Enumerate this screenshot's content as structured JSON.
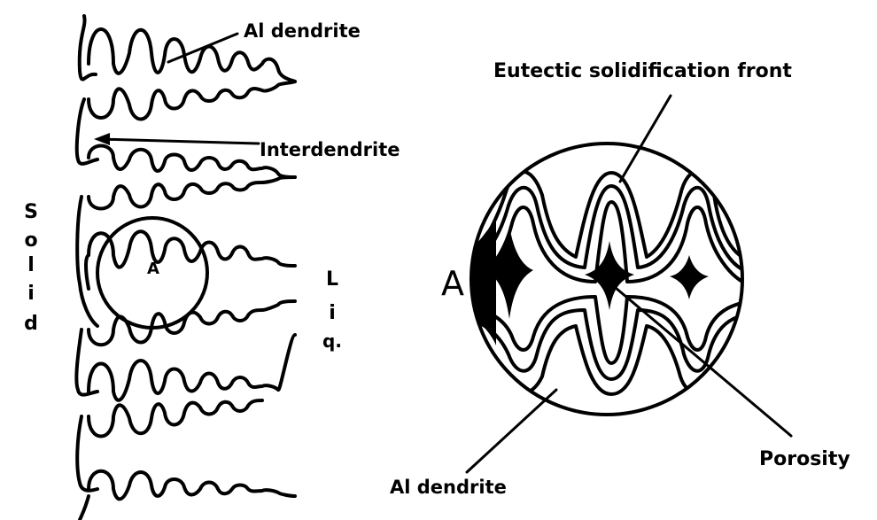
{
  "labels": {
    "al_dendrite_top": "Al dendrite",
    "interdendrite": "Interdendrite",
    "solid_letters": [
      "S",
      "o",
      "l",
      "i",
      "d"
    ],
    "liq_letters": [
      "L",
      "i",
      "q."
    ],
    "region_a_small": "A",
    "region_a_large": "A",
    "eutectic_front": "Eutectic solidification front",
    "porosity": "Porosity",
    "al_dendrite_bottom": "Al dendrite"
  }
}
